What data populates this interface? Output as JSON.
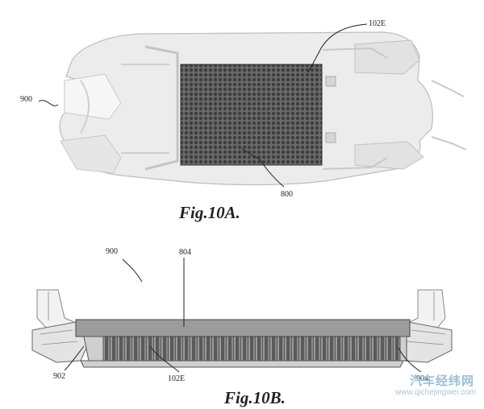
{
  "figure_a": {
    "caption": "Fig.10A.",
    "labels": {
      "vehicle": "900",
      "cells": "102E",
      "pack": "800"
    }
  },
  "figure_b": {
    "caption": "Fig.10B.",
    "labels": {
      "vehicle": "900",
      "cover": "804",
      "cells": "102E",
      "left_rail": "902",
      "right_rail": "904"
    }
  },
  "watermark": {
    "chinese": "汽车经纬网",
    "url": "www.qichejingwei.com"
  }
}
